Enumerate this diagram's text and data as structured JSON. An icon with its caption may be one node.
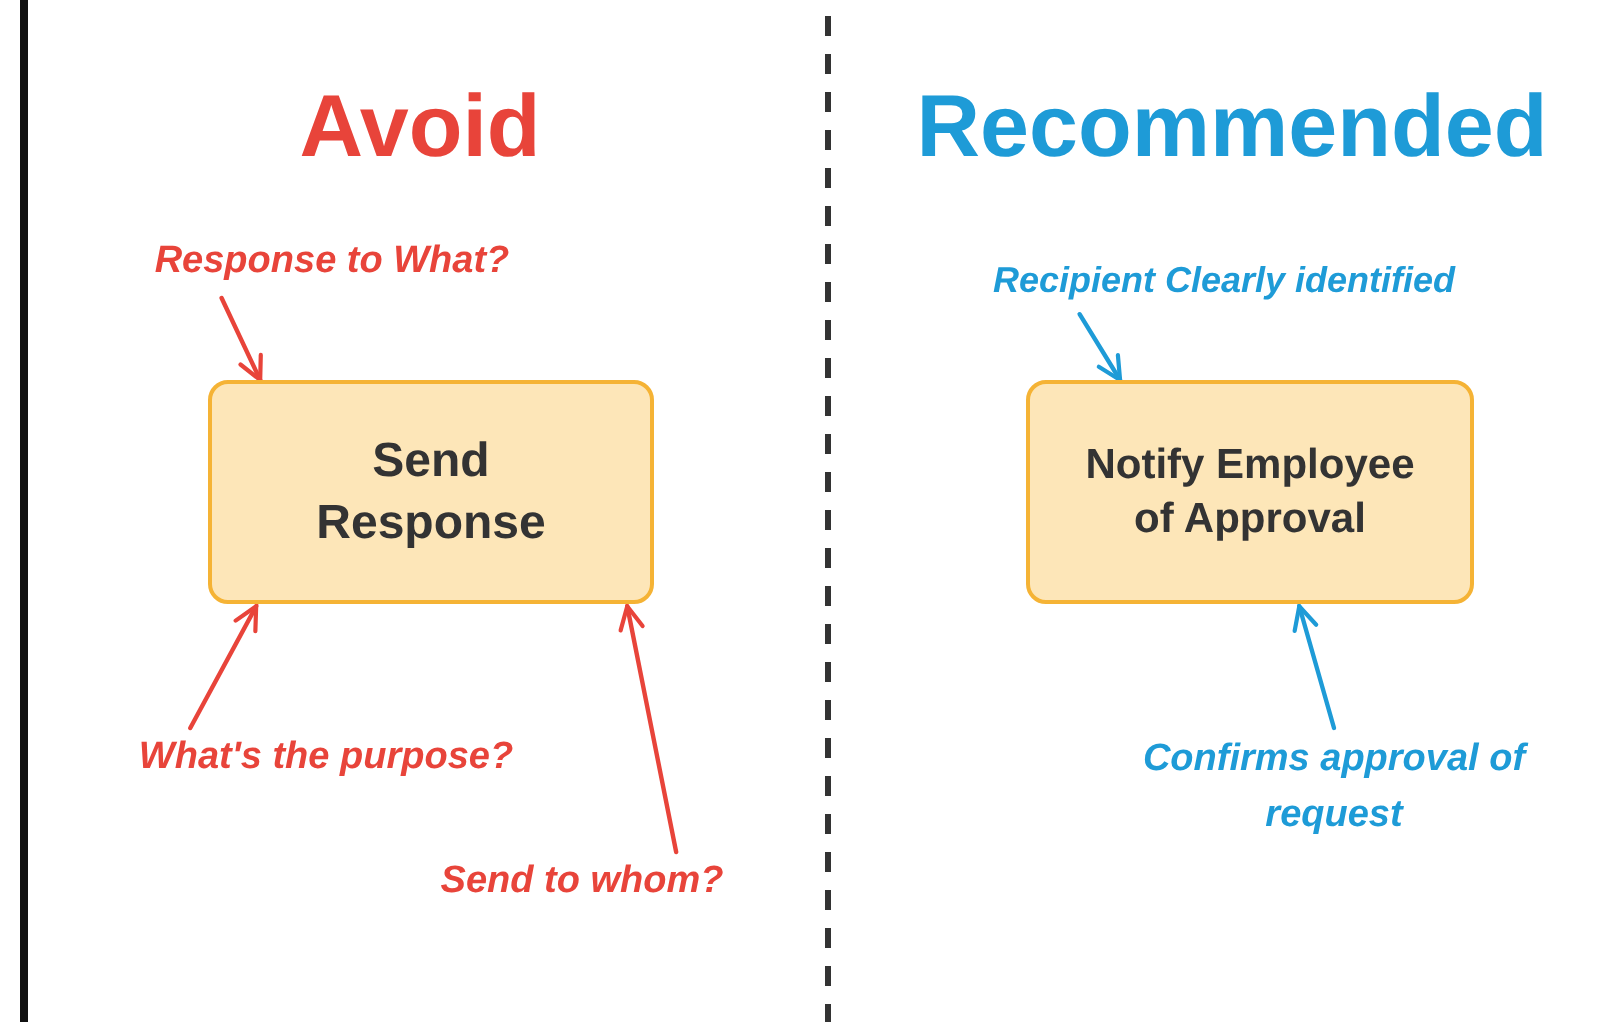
{
  "diagram": {
    "nodes": [
      {
        "text": [
          "Response to What?"
        ]
      },
      {
        "text": [
          "Send Response"
        ]
      },
      {
        "text": [
          "What's the purpose?"
        ]
      },
      {
        "text": [
          "Send to whom?"
        ]
      },
      {
        "text": [
          "Recipient Clearly identified"
        ]
      },
      {
        "text": [
          "Notify Employee of Approval"
        ]
      },
      {
        "text": [
          "Confirms approval of request"
        ]
      }
    ],
    "edges": [
      {
        "from": 0,
        "to": 1,
        "arrow": "to"
      },
      {
        "from": 2,
        "to": 1,
        "arrow": "to"
      },
      {
        "from": 3,
        "to": 1,
        "arrow": "to"
      },
      {
        "from": 4,
        "to": 5,
        "arrow": "to",
        "color": "#1e9bd7"
      },
      {
        "from": 6,
        "to": 5,
        "arrow": "to",
        "color": "#1e9bd7"
      }
    ],
    "labels": [
      "Avoid",
      "Recommended"
    ]
  }
}
